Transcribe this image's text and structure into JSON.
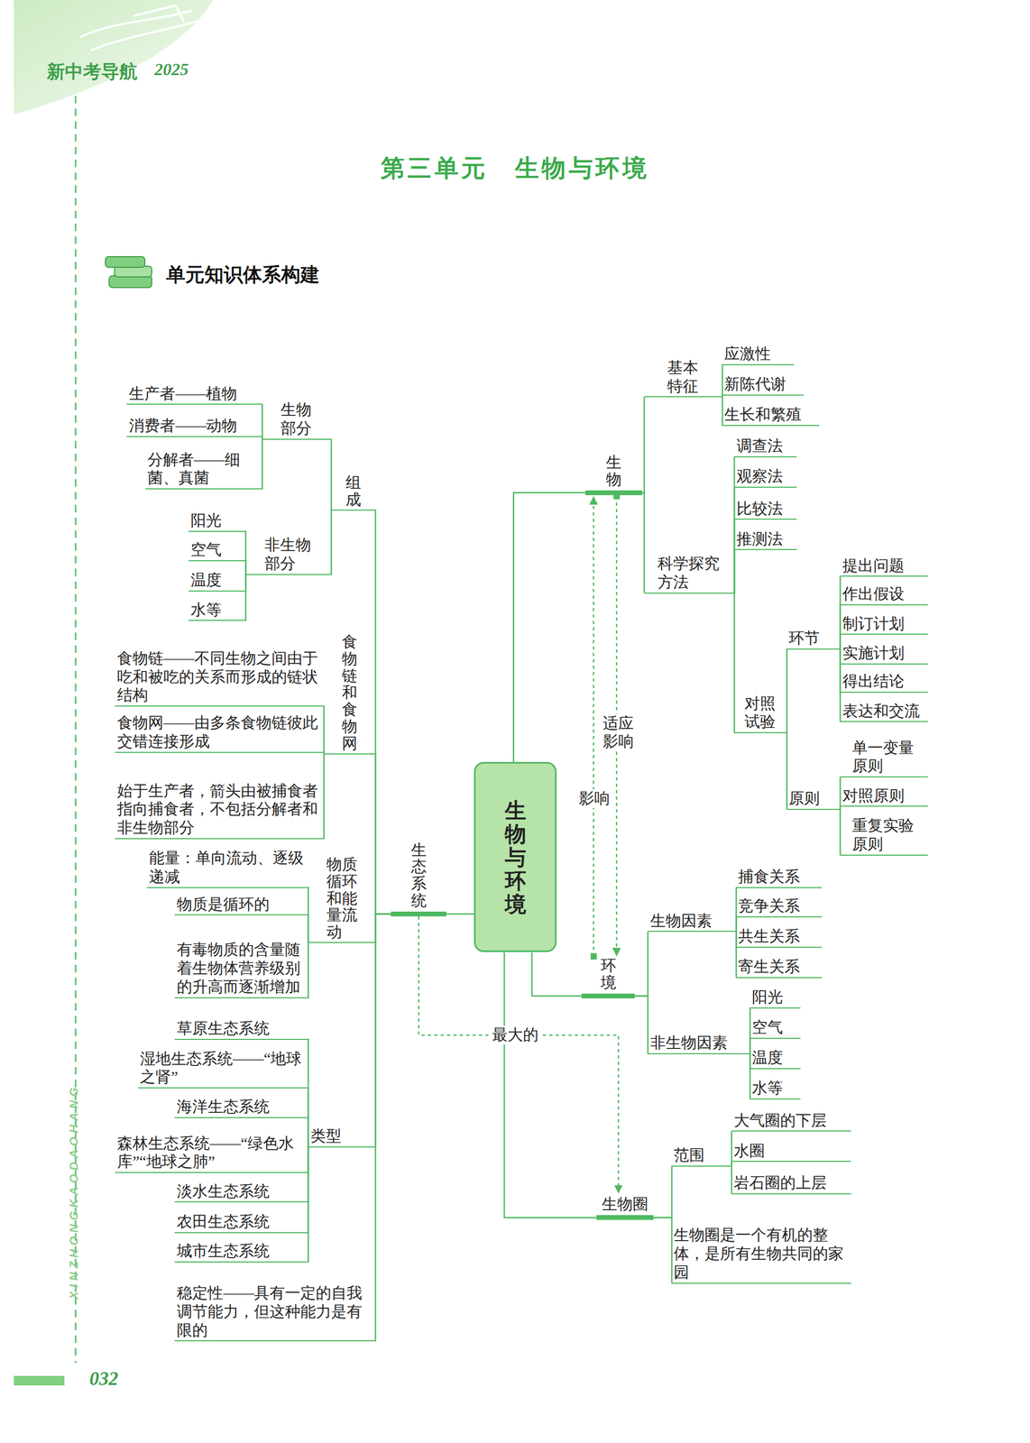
{
  "diagram": {
    "title": "第三单元　生物与环境",
    "nodes": [
      {
        "text": [
          "生物与环境"
        ]
      },
      {
        "text": [
          "生物"
        ]
      },
      {
        "text": [
          "基本特征"
        ]
      },
      {
        "text": [
          "应激性"
        ]
      },
      {
        "text": [
          "新陈代谢"
        ]
      },
      {
        "text": [
          "生长和繁殖"
        ]
      },
      {
        "text": [
          "科学探究方法"
        ]
      },
      {
        "text": [
          "调查法"
        ]
      },
      {
        "text": [
          "观察法"
        ]
      },
      {
        "text": [
          "比较法"
        ]
      },
      {
        "text": [
          "推测法"
        ]
      },
      {
        "text": [
          "对照试验"
        ]
      },
      {
        "text": [
          "环节"
        ]
      },
      {
        "text": [
          "提出问题"
        ]
      },
      {
        "text": [
          "作出假设"
        ]
      },
      {
        "text": [
          "制订计划"
        ]
      },
      {
        "text": [
          "实施计划"
        ]
      },
      {
        "text": [
          "得出结论"
        ]
      },
      {
        "text": [
          "表达和交流"
        ]
      },
      {
        "text": [
          "原则"
        ]
      },
      {
        "text": [
          "单一变量原则"
        ]
      },
      {
        "text": [
          "对照原则"
        ]
      },
      {
        "text": [
          "重复实验原则"
        ]
      },
      {
        "text": [
          "环境"
        ]
      },
      {
        "text": [
          "生物因素"
        ]
      },
      {
        "text": [
          "捕食关系"
        ]
      },
      {
        "text": [
          "竞争关系"
        ]
      },
      {
        "text": [
          "共生关系"
        ]
      },
      {
        "text": [
          "寄生关系"
        ]
      },
      {
        "text": [
          "非生物因素"
        ]
      },
      {
        "text": [
          "阳光"
        ]
      },
      {
        "text": [
          "空气"
        ]
      },
      {
        "text": [
          "温度"
        ]
      },
      {
        "text": [
          "水等"
        ]
      },
      {
        "text": [
          "生物圈"
        ]
      },
      {
        "text": [
          "范围"
        ]
      },
      {
        "text": [
          "大气圈的下层"
        ]
      },
      {
        "text": [
          "水圈"
        ]
      },
      {
        "text": [
          "岩石圈的上层"
        ]
      },
      {
        "text": [
          "生物圈是一个有机的整体，是所有生物共同的家园"
        ]
      },
      {
        "text": [
          "生态系统"
        ]
      },
      {
        "text": [
          "组成"
        ]
      },
      {
        "text": [
          "生物部分"
        ]
      },
      {
        "text": [
          "生产者——植物"
        ]
      },
      {
        "text": [
          "消费者——动物"
        ]
      },
      {
        "text": [
          "分解者——细菌、真菌"
        ]
      },
      {
        "text": [
          "非生物部分"
        ]
      },
      {
        "text": [
          "阳光"
        ]
      },
      {
        "text": [
          "空气"
        ]
      },
      {
        "text": [
          "温度"
        ]
      },
      {
        "text": [
          "水等"
        ]
      },
      {
        "text": [
          "食物链和食物网"
        ]
      },
      {
        "text": [
          "食物链——不同生物之间由于吃和被吃的关系而形成的链状结构"
        ]
      },
      {
        "text": [
          "食物网——由多条食物链彼此交错连接形成"
        ]
      },
      {
        "text": [
          "始于生产者，箭头由被捕食者指向捕食者，不包括分解者和非生物部分"
        ]
      },
      {
        "text": [
          "物质循环和能量流动"
        ]
      },
      {
        "text": [
          "能量：单向流动、逐级递减"
        ]
      },
      {
        "text": [
          "物质是循环的"
        ]
      },
      {
        "text": [
          "有毒物质的含量随着生物体营养级别的升高而逐渐增加"
        ]
      },
      {
        "text": [
          "类型"
        ]
      },
      {
        "text": [
          "草原生态系统"
        ]
      },
      {
        "text": [
          "湿地生态系统——“地球之肾”"
        ]
      },
      {
        "text": [
          "海洋生态系统"
        ]
      },
      {
        "text": [
          "森林生态系统——“绿色水库”“地球之肺”"
        ]
      },
      {
        "text": [
          "淡水生态系统"
        ]
      },
      {
        "text": [
          "农田生态系统"
        ]
      },
      {
        "text": [
          "城市生态系统"
        ]
      },
      {
        "text": [
          "稳定性——具有一定的自我调节能力，但这种能力是有限的"
        ]
      }
    ],
    "edges": [
      {
        "from": 0,
        "to": 1,
        "arrow": "none"
      },
      {
        "from": 1,
        "to": 2,
        "arrow": "none"
      },
      {
        "from": 2,
        "to": 3,
        "arrow": "none"
      },
      {
        "from": 2,
        "to": 4,
        "arrow": "none"
      },
      {
        "from": 2,
        "to": 5,
        "arrow": "none"
      },
      {
        "from": 1,
        "to": 6,
        "arrow": "none"
      },
      {
        "from": 6,
        "to": 7,
        "arrow": "none"
      },
      {
        "from": 6,
        "to": 8,
        "arrow": "none"
      },
      {
        "from": 6,
        "to": 9,
        "arrow": "none"
      },
      {
        "from": 6,
        "to": 10,
        "arrow": "none"
      },
      {
        "from": 6,
        "to": 11,
        "arrow": "none"
      },
      {
        "from": 11,
        "to": 12,
        "arrow": "none"
      },
      {
        "from": 12,
        "to": 13,
        "arrow": "none"
      },
      {
        "from": 12,
        "to": 14,
        "arrow": "none"
      },
      {
        "from": 12,
        "to": 15,
        "arrow": "none"
      },
      {
        "from": 12,
        "to": 16,
        "arrow": "none"
      },
      {
        "from": 12,
        "to": 17,
        "arrow": "none"
      },
      {
        "from": 12,
        "to": 18,
        "arrow": "none"
      },
      {
        "from": 11,
        "to": 19,
        "arrow": "none"
      },
      {
        "from": 19,
        "to": 20,
        "arrow": "none"
      },
      {
        "from": 19,
        "to": 21,
        "arrow": "none"
      },
      {
        "from": 19,
        "to": 22,
        "arrow": "none"
      },
      {
        "from": 0,
        "to": 23,
        "arrow": "none"
      },
      {
        "from": 23,
        "to": 24,
        "arrow": "none"
      },
      {
        "from": 24,
        "to": 25,
        "arrow": "none"
      },
      {
        "from": 24,
        "to": 26,
        "arrow": "none"
      },
      {
        "from": 24,
        "to": 27,
        "arrow": "none"
      },
      {
        "from": 24,
        "to": 28,
        "arrow": "none"
      },
      {
        "from": 23,
        "to": 29,
        "arrow": "none"
      },
      {
        "from": 29,
        "to": 30,
        "arrow": "none"
      },
      {
        "from": 29,
        "to": 31,
        "arrow": "none"
      },
      {
        "from": 29,
        "to": 32,
        "arrow": "none"
      },
      {
        "from": 29,
        "to": 33,
        "arrow": "none"
      },
      {
        "from": 0,
        "to": 34,
        "arrow": "none"
      },
      {
        "from": 34,
        "to": 35,
        "arrow": "none"
      },
      {
        "from": 35,
        "to": 36,
        "arrow": "none"
      },
      {
        "from": 35,
        "to": 37,
        "arrow": "none"
      },
      {
        "from": 35,
        "to": 38,
        "arrow": "none"
      },
      {
        "from": 34,
        "to": 39,
        "arrow": "none"
      },
      {
        "from": 0,
        "to": 40,
        "arrow": "none"
      },
      {
        "from": 40,
        "to": 41,
        "arrow": "none"
      },
      {
        "from": 41,
        "to": 42,
        "arrow": "none"
      },
      {
        "from": 42,
        "to": 43,
        "arrow": "none"
      },
      {
        "from": 42,
        "to": 44,
        "arrow": "none"
      },
      {
        "from": 42,
        "to": 45,
        "arrow": "none"
      },
      {
        "from": 41,
        "to": 46,
        "arrow": "none"
      },
      {
        "from": 46,
        "to": 47,
        "arrow": "none"
      },
      {
        "from": 46,
        "to": 48,
        "arrow": "none"
      },
      {
        "from": 46,
        "to": 49,
        "arrow": "none"
      },
      {
        "from": 46,
        "to": 50,
        "arrow": "none"
      },
      {
        "from": 40,
        "to": 51,
        "arrow": "none"
      },
      {
        "from": 51,
        "to": 52,
        "arrow": "none"
      },
      {
        "from": 51,
        "to": 53,
        "arrow": "none"
      },
      {
        "from": 51,
        "to": 54,
        "arrow": "none"
      },
      {
        "from": 40,
        "to": 55,
        "arrow": "none"
      },
      {
        "from": 55,
        "to": 56,
        "arrow": "none"
      },
      {
        "from": 55,
        "to": 57,
        "arrow": "none"
      },
      {
        "from": 55,
        "to": 58,
        "arrow": "none"
      },
      {
        "from": 40,
        "to": 59,
        "arrow": "none"
      },
      {
        "from": 59,
        "to": 60,
        "arrow": "none"
      },
      {
        "from": 59,
        "to": 61,
        "arrow": "none"
      },
      {
        "from": 59,
        "to": 62,
        "arrow": "none"
      },
      {
        "from": 59,
        "to": 63,
        "arrow": "none"
      },
      {
        "from": 59,
        "to": 64,
        "arrow": "none"
      },
      {
        "from": 59,
        "to": 65,
        "arrow": "none"
      },
      {
        "from": 59,
        "to": 66,
        "arrow": "none"
      },
      {
        "from": 40,
        "to": 67,
        "arrow": "none"
      },
      {
        "from": 23,
        "to": 1,
        "label": "影响",
        "arrow": "to"
      },
      {
        "from": 1,
        "to": 23,
        "label": "适应 影响",
        "arrow": "to"
      },
      {
        "from": 40,
        "to": 34,
        "label": "最大的",
        "arrow": "to"
      }
    ],
    "labels": [
      "新中考导航",
      "2025",
      "单元知识体系构建",
      "XINZHONGKAODAOHANG",
      "032"
    ]
  }
}
